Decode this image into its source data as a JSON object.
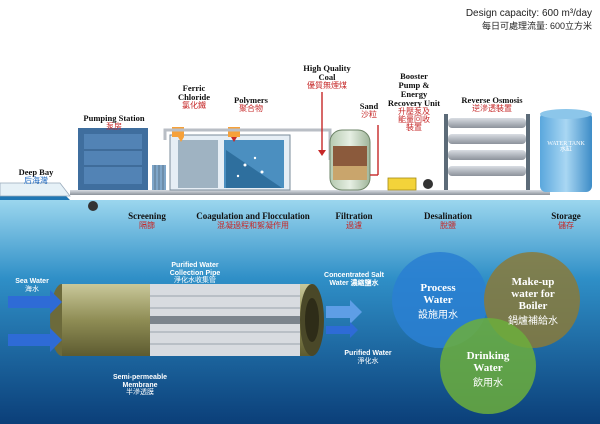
{
  "capacity": {
    "en": "Design capacity: 600 m³/day",
    "zh": "每日可處理流量: 600立方米"
  },
  "equipment": {
    "deep_bay": {
      "en": "Deep Bay",
      "zh": "后海灣"
    },
    "pumping_station": {
      "en": "Pumping Station",
      "zh": "泵房"
    },
    "ferric_chloride": {
      "en1": "Ferric",
      "en2": "Chloride",
      "zh": "氯化鐵"
    },
    "polymers": {
      "en": "Polymers",
      "zh": "聚合物"
    },
    "coal": {
      "en1": "High Quality",
      "en2": "Coal",
      "zh": "優質無煙煤"
    },
    "sand": {
      "en": "Sand",
      "zh": "沙粒"
    },
    "booster": {
      "en1": "Booster",
      "en2": "Pump &",
      "en3": "Energy",
      "en4": "Recovery Unit",
      "zh1": "升壓泵及",
      "zh2": "能量回收",
      "zh3": "裝置"
    },
    "reverse_osmosis": {
      "en": "Reverse Osmosis",
      "zh": "逆滲透裝置"
    },
    "water_tank": {
      "en": "WATER TANK",
      "zh": "水缸"
    }
  },
  "stages": [
    {
      "en": "Screening",
      "zh": "隔篩"
    },
    {
      "en": "Coagulation and Flocculation",
      "zh": "混凝過程和絮凝作用"
    },
    {
      "en": "Filtration",
      "zh": "過濾"
    },
    {
      "en": "Desalination",
      "zh": "脫鹽"
    },
    {
      "en": "Storage",
      "zh": "儲存"
    }
  ],
  "membrane": {
    "sea_water": {
      "en": "Sea Water",
      "zh": "海水"
    },
    "collection_pipe": {
      "en1": "Purified Water",
      "en2": "Collection Pipe",
      "zh": "淨化水收集管"
    },
    "concentrated": {
      "en1": "Concentrated Salt",
      "en2": "Water 濃縮鹽水"
    },
    "purified": {
      "en": "Purified Water",
      "zh": "淨化水"
    },
    "semi": {
      "en1": "Semi-permeable",
      "en2": "Membrane",
      "zh": "半滲透膜"
    }
  },
  "uses": {
    "process": {
      "en1": "Process",
      "en2": "Water",
      "zh": "設施用水"
    },
    "boiler": {
      "en1": "Make-up",
      "en2": "water for",
      "en3": "Boiler",
      "zh": "鍋爐補給水"
    },
    "drinking": {
      "en1": "Drinking",
      "en2": "Water",
      "zh": "飲用水"
    }
  },
  "colors": {
    "sea": "#2f8fc7",
    "process_circle": "#2a7fd1",
    "boiler_circle": "#8a7a3a",
    "drinking_circle": "#6cae3c",
    "label_red": "#c62828"
  }
}
